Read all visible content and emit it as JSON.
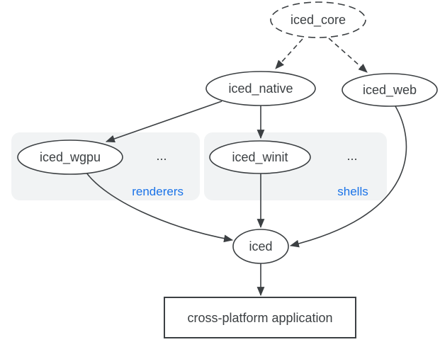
{
  "diagram": {
    "description": "iced crate ecosystem dependency diagram",
    "nodes": {
      "iced_core": {
        "label": "iced_core",
        "shape": "ellipse",
        "style": "dashed"
      },
      "iced_native": {
        "label": "iced_native",
        "shape": "ellipse",
        "style": "solid"
      },
      "iced_web": {
        "label": "iced_web",
        "shape": "ellipse",
        "style": "solid"
      },
      "iced_wgpu": {
        "label": "iced_wgpu",
        "shape": "ellipse",
        "style": "solid"
      },
      "iced_winit": {
        "label": "iced_winit",
        "shape": "ellipse",
        "style": "solid"
      },
      "iced": {
        "label": "iced",
        "shape": "ellipse",
        "style": "solid"
      },
      "application": {
        "label": "cross-platform application",
        "shape": "rect",
        "style": "solid"
      }
    },
    "groups": {
      "renderers": {
        "label": "renderers",
        "more": "...",
        "members": [
          "iced_wgpu"
        ]
      },
      "shells": {
        "label": "shells",
        "more": "...",
        "members": [
          "iced_winit"
        ]
      }
    },
    "edges": [
      {
        "from": "iced_core",
        "to": "iced_native",
        "style": "dashed"
      },
      {
        "from": "iced_core",
        "to": "iced_web",
        "style": "dashed"
      },
      {
        "from": "iced_native",
        "to": "iced_wgpu",
        "style": "solid"
      },
      {
        "from": "iced_native",
        "to": "iced_winit",
        "style": "solid"
      },
      {
        "from": "iced_wgpu",
        "to": "iced",
        "style": "solid"
      },
      {
        "from": "iced_winit",
        "to": "iced",
        "style": "solid"
      },
      {
        "from": "iced_web",
        "to": "iced",
        "style": "solid"
      },
      {
        "from": "iced",
        "to": "application",
        "style": "solid"
      }
    ],
    "colors": {
      "node_stroke": "#3c4043",
      "node_text": "#3c4043",
      "group_fill": "#f1f3f4",
      "group_label_text": "#1a73e8",
      "background": "#ffffff"
    }
  }
}
